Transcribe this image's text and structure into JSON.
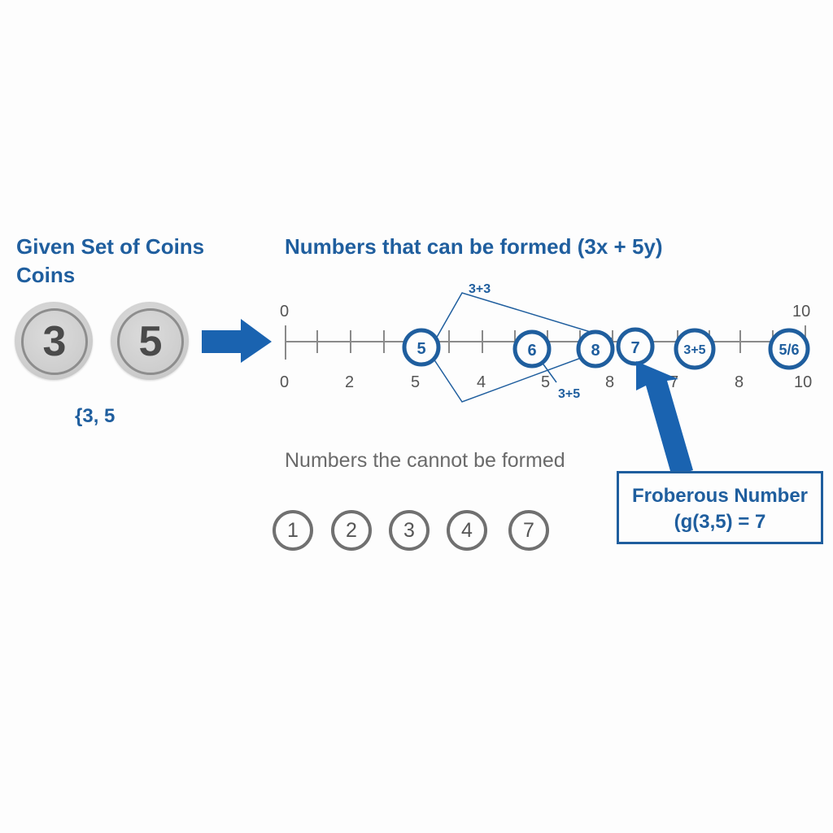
{
  "left_panel": {
    "title": "Given Set of Coins",
    "subtitle": "Coins",
    "coins": [
      "3",
      "5"
    ],
    "set_text": "{3, 5"
  },
  "number_line": {
    "title": "Numbers that can be formed (3x + 5y)",
    "top_labels": [
      "0",
      "10"
    ],
    "bottom_labels": [
      "0",
      "2",
      "5",
      "4",
      "5",
      "8",
      "7",
      "8",
      "10"
    ],
    "circled_values": [
      "5",
      "6",
      "8",
      "7",
      "3+5",
      "5/6"
    ],
    "annotations": [
      "3+3",
      "3+5"
    ]
  },
  "cannot_formed": {
    "title": "Numbers the cannot be formed",
    "values": [
      "1",
      "2",
      "3",
      "4",
      "7"
    ]
  },
  "frobenius_box": {
    "line1": "Froberous Number",
    "line2": "(g(3,5) = 7"
  },
  "colors": {
    "accent_blue": "#1f5e9e",
    "arrow_blue": "#1a63b0",
    "gray_text": "#6a6a6a"
  }
}
